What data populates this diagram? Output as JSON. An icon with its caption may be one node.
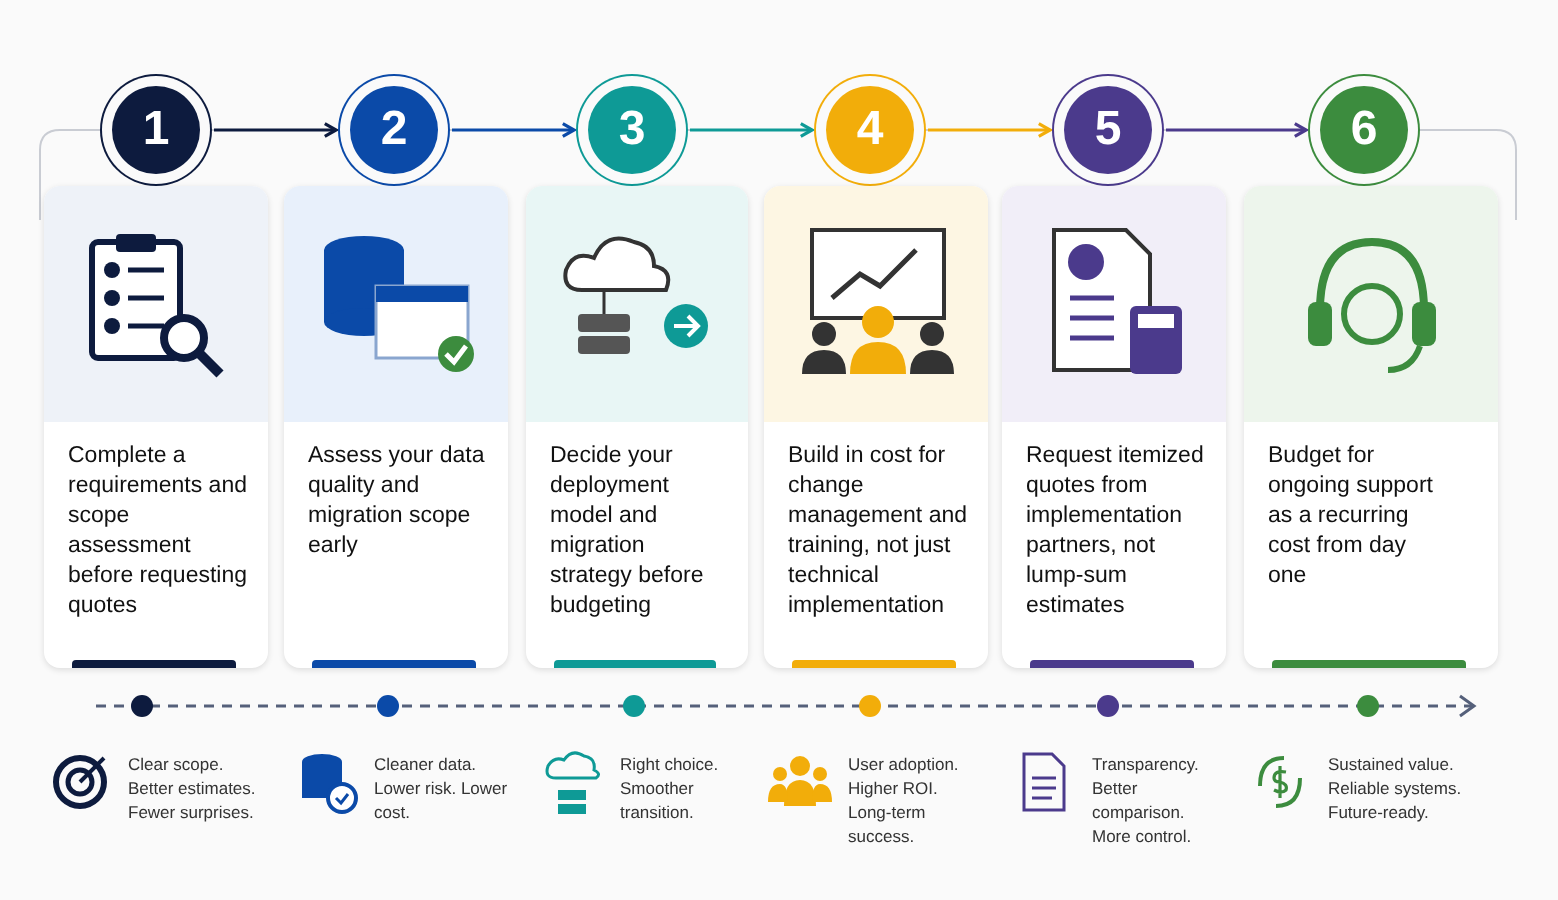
{
  "diagram": {
    "nodes": [
      {
        "text": [
          "1"
        ]
      },
      {
        "text": [
          "2"
        ]
      },
      {
        "text": [
          "3"
        ]
      },
      {
        "text": [
          "4"
        ]
      },
      {
        "text": [
          "5"
        ]
      },
      {
        "text": [
          "6"
        ]
      },
      {
        "text": [
          "Complete a requirements and scope assessment before requesting quotes"
        ]
      },
      {
        "text": [
          "Assess your data quality and migration scope early"
        ]
      },
      {
        "text": [
          "Decide your deployment model and migration strategy before budgeting"
        ]
      },
      {
        "text": [
          "Build in cost for change management and training, not just technical implementation"
        ]
      },
      {
        "text": [
          "Request itemized quotes from implementation partners, not lump-sum estimates"
        ]
      },
      {
        "text": [
          "Budget for ongoing support as a recurring cost from day one"
        ]
      }
    ],
    "edges": [
      {
        "from": 0,
        "to": 1,
        "arrow": "to",
        "color": "#0d1b3e"
      },
      {
        "from": 1,
        "to": 2,
        "arrow": "to",
        "color": "#0b4aa8"
      },
      {
        "from": 2,
        "to": 3,
        "arrow": "to",
        "color": "#0e9a96"
      },
      {
        "from": 3,
        "to": 4,
        "arrow": "to",
        "color": "#f2ad0a"
      },
      {
        "from": 4,
        "to": 5,
        "arrow": "to",
        "color": "#4b3a8c"
      }
    ],
    "labels": [
      "Clear scope. Better estimates. Fewer surprises.",
      "Cleaner data. Lower risk. Lower cost.",
      "Right choice. Smoother transition.",
      "User adoption. Higher ROI. Long-term success.",
      "Transparency. Better comparison. More control.",
      "Sustained value. Reliable systems. Future-ready."
    ]
  }
}
